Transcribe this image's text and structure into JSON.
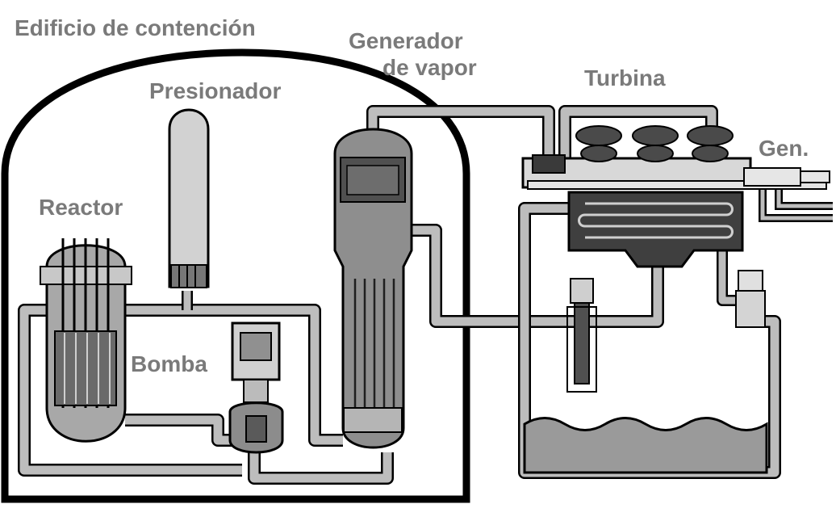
{
  "labels": {
    "containment": "Edificio de contención",
    "steam_generator_line1": "Generador",
    "steam_generator_line2": "de vapor",
    "pressurizer": "Presionador",
    "turbine": "Turbina",
    "generator": "Gen.",
    "reactor": "Reactor",
    "pump": "Bomba"
  },
  "colors": {
    "background": "#ffffff",
    "label_text": "#7a7a7a",
    "outline": "#000000",
    "pipe_fill": "#bdbdbd",
    "vessel_fill": "#9e9e9e",
    "dark_fill": "#4a4a4a",
    "water_fill": "#9a9a9a"
  }
}
